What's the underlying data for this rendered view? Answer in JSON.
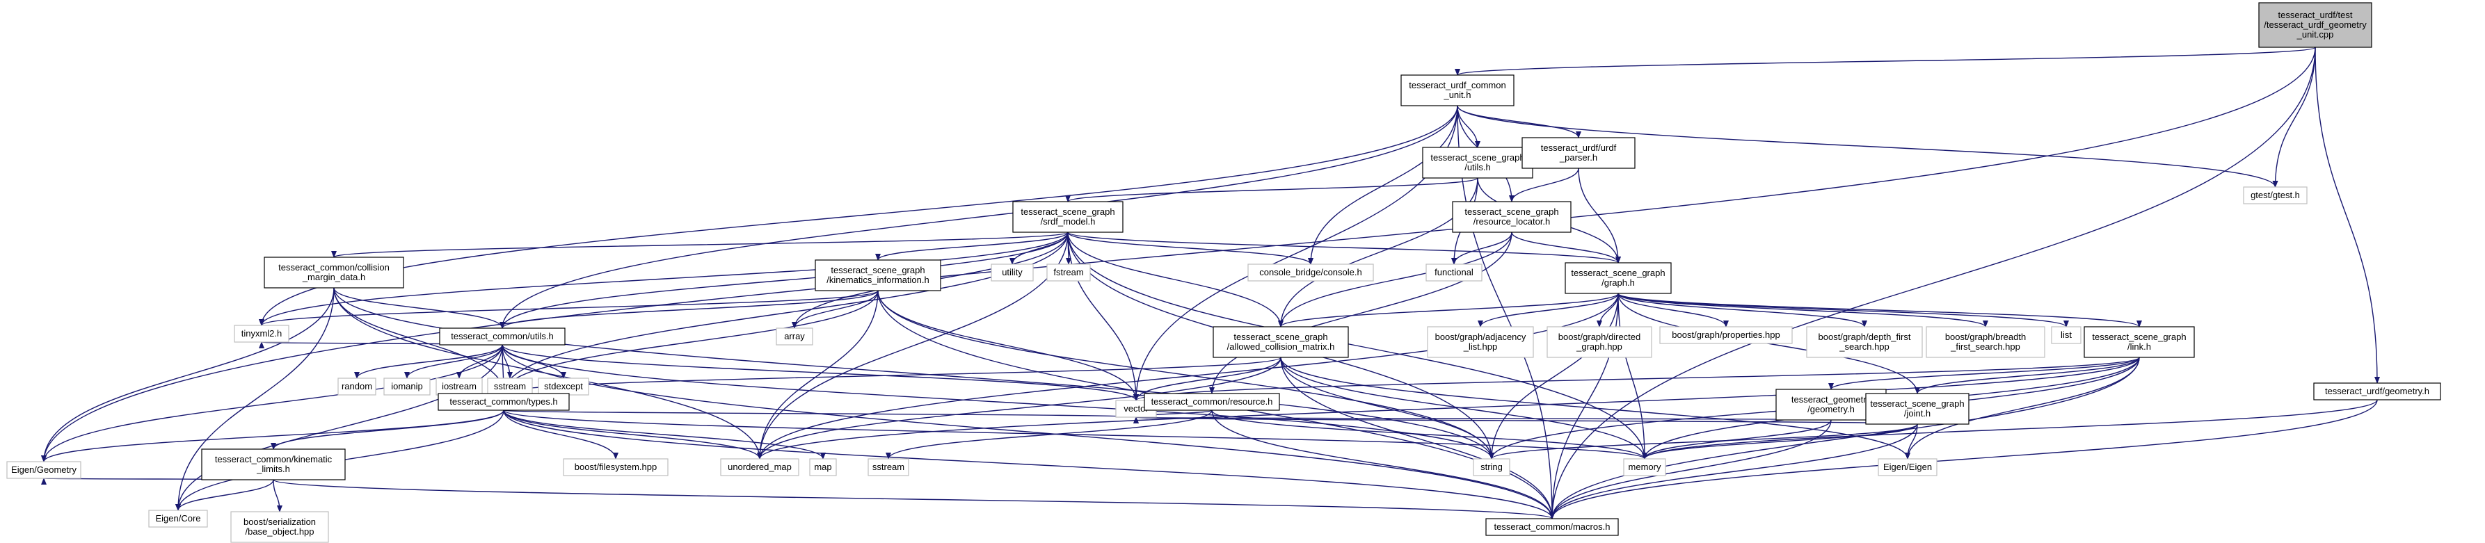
{
  "colors": {
    "edge": "#191970",
    "root_fill": "#bfbfbf",
    "local_fill": "#ffffff",
    "local_stroke": "#000000",
    "system_stroke": "#bfbfbf",
    "system_text": "#000000"
  },
  "nodes": [
    {
      "id": "root",
      "lines": [
        "tesseract_urdf/test",
        "/tesseract_urdf_geometry",
        "_unit.cpp"
      ],
      "kind": "root"
    },
    {
      "id": "common_unit",
      "lines": [
        "tesseract_urdf_common",
        "_unit.h"
      ],
      "kind": "local"
    },
    {
      "id": "eigen_geometry",
      "lines": [
        "Eigen/Geometry"
      ],
      "kind": "system"
    },
    {
      "id": "gtest",
      "lines": [
        "gtest/gtest.h"
      ],
      "kind": "system"
    },
    {
      "id": "urdf_geometry",
      "lines": [
        "tesseract_urdf/geometry.h"
      ],
      "kind": "local"
    },
    {
      "id": "macros",
      "lines": [
        "tesseract_common/macros.h"
      ],
      "kind": "local"
    },
    {
      "id": "sg_utils",
      "lines": [
        "tesseract_scene_graph",
        "/utils.h"
      ],
      "kind": "local"
    },
    {
      "id": "urdf_parser",
      "lines": [
        "tesseract_urdf/urdf",
        "_parser.h"
      ],
      "kind": "local"
    },
    {
      "id": "tinyxml2",
      "lines": [
        "tinyxml2.h"
      ],
      "kind": "system"
    },
    {
      "id": "console_bridge",
      "lines": [
        "console_bridge/console.h"
      ],
      "kind": "system"
    },
    {
      "id": "vector",
      "lines": [
        "vector"
      ],
      "kind": "system"
    },
    {
      "id": "srdf_model",
      "lines": [
        "tesseract_scene_graph",
        "/srdf_model.h"
      ],
      "kind": "local"
    },
    {
      "id": "resource_locator",
      "lines": [
        "tesseract_scene_graph",
        "/resource_locator.h"
      ],
      "kind": "local"
    },
    {
      "id": "functional",
      "lines": [
        "functional"
      ],
      "kind": "system"
    },
    {
      "id": "graph",
      "lines": [
        "tesseract_scene_graph",
        "/graph.h"
      ],
      "kind": "local"
    },
    {
      "id": "collision_margin",
      "lines": [
        "tesseract_common/collision",
        "_margin_data.h"
      ],
      "kind": "local"
    },
    {
      "id": "kinematics_info",
      "lines": [
        "tesseract_scene_graph",
        "/kinematics_information.h"
      ],
      "kind": "local"
    },
    {
      "id": "utility",
      "lines": [
        "utility"
      ],
      "kind": "system"
    },
    {
      "id": "fstream",
      "lines": [
        "fstream"
      ],
      "kind": "system"
    },
    {
      "id": "common_utils",
      "lines": [
        "tesseract_common/utils.h"
      ],
      "kind": "local"
    },
    {
      "id": "array",
      "lines": [
        "array"
      ],
      "kind": "system"
    },
    {
      "id": "acm",
      "lines": [
        "tesseract_scene_graph",
        "/allowed_collision_matrix.h"
      ],
      "kind": "local"
    },
    {
      "id": "adjacency_list",
      "lines": [
        "boost/graph/adjacency",
        "_list.hpp"
      ],
      "kind": "system"
    },
    {
      "id": "directed_graph",
      "lines": [
        "boost/graph/directed",
        "_graph.hpp"
      ],
      "kind": "system"
    },
    {
      "id": "properties",
      "lines": [
        "boost/graph/properties.hpp"
      ],
      "kind": "system"
    },
    {
      "id": "dfs",
      "lines": [
        "boost/graph/depth_first",
        "_search.hpp"
      ],
      "kind": "system"
    },
    {
      "id": "bfs",
      "lines": [
        "boost/graph/breadth",
        "_first_search.hpp"
      ],
      "kind": "system"
    },
    {
      "id": "list",
      "lines": [
        "list"
      ],
      "kind": "system"
    },
    {
      "id": "link",
      "lines": [
        "tesseract_scene_graph",
        "/link.h"
      ],
      "kind": "local"
    },
    {
      "id": "random",
      "lines": [
        "random"
      ],
      "kind": "system"
    },
    {
      "id": "iomanip",
      "lines": [
        "iomanip"
      ],
      "kind": "system"
    },
    {
      "id": "iostream",
      "lines": [
        "iostream"
      ],
      "kind": "system"
    },
    {
      "id": "sstream_top",
      "lines": [
        "sstream"
      ],
      "kind": "system"
    },
    {
      "id": "stdexcept",
      "lines": [
        "stdexcept"
      ],
      "kind": "system"
    },
    {
      "id": "common_types",
      "lines": [
        "tesseract_common/types.h"
      ],
      "kind": "local"
    },
    {
      "id": "resource",
      "lines": [
        "tesseract_common/resource.h"
      ],
      "kind": "local"
    },
    {
      "id": "geometry_geometry",
      "lines": [
        "tesseract_geometry",
        "/geometry.h"
      ],
      "kind": "local"
    },
    {
      "id": "joint",
      "lines": [
        "tesseract_scene_graph",
        "/joint.h"
      ],
      "kind": "local"
    },
    {
      "id": "kinematic_limits",
      "lines": [
        "tesseract_common/kinematic",
        "_limits.h"
      ],
      "kind": "local"
    },
    {
      "id": "boost_filesystem",
      "lines": [
        "boost/filesystem.hpp"
      ],
      "kind": "system"
    },
    {
      "id": "unordered_map",
      "lines": [
        "unordered_map"
      ],
      "kind": "system"
    },
    {
      "id": "map",
      "lines": [
        "map"
      ],
      "kind": "system"
    },
    {
      "id": "sstream",
      "lines": [
        "sstream"
      ],
      "kind": "system"
    },
    {
      "id": "string",
      "lines": [
        "string"
      ],
      "kind": "system"
    },
    {
      "id": "memory",
      "lines": [
        "memory"
      ],
      "kind": "system"
    },
    {
      "id": "eigen_eigen",
      "lines": [
        "Eigen/Eigen"
      ],
      "kind": "system"
    },
    {
      "id": "eigen_core",
      "lines": [
        "Eigen/Core"
      ],
      "kind": "system"
    },
    {
      "id": "boost_serialization",
      "lines": [
        "boost/serialization",
        "/base_object.hpp"
      ],
      "kind": "system"
    }
  ],
  "edges": [
    [
      "root",
      "common_unit"
    ],
    [
      "root",
      "eigen_geometry"
    ],
    [
      "root",
      "gtest"
    ],
    [
      "root",
      "urdf_geometry"
    ],
    [
      "root",
      "macros"
    ],
    [
      "common_unit",
      "sg_utils"
    ],
    [
      "common_unit",
      "urdf_parser"
    ],
    [
      "common_unit",
      "tinyxml2"
    ],
    [
      "common_unit",
      "console_bridge"
    ],
    [
      "common_unit",
      "vector"
    ],
    [
      "common_unit",
      "gtest"
    ],
    [
      "common_unit",
      "resource_locator"
    ],
    [
      "common_unit",
      "common_utils"
    ],
    [
      "common_unit",
      "macros"
    ],
    [
      "sg_utils",
      "srdf_model"
    ],
    [
      "sg_utils",
      "graph"
    ],
    [
      "sg_utils",
      "functional"
    ],
    [
      "sg_utils",
      "acm"
    ],
    [
      "urdf_parser",
      "resource_locator"
    ],
    [
      "urdf_parser",
      "graph"
    ],
    [
      "resource_locator",
      "functional"
    ],
    [
      "resource_locator",
      "graph"
    ],
    [
      "resource_locator",
      "resource"
    ],
    [
      "resource_locator",
      "acm"
    ],
    [
      "srdf_model",
      "collision_margin"
    ],
    [
      "srdf_model",
      "kinematics_info"
    ],
    [
      "srdf_model",
      "utility"
    ],
    [
      "srdf_model",
      "fstream"
    ],
    [
      "srdf_model",
      "console_bridge"
    ],
    [
      "srdf_model",
      "graph"
    ],
    [
      "srdf_model",
      "acm"
    ],
    [
      "srdf_model",
      "array"
    ],
    [
      "srdf_model",
      "tinyxml2"
    ],
    [
      "srdf_model",
      "vector"
    ],
    [
      "srdf_model",
      "string"
    ],
    [
      "srdf_model",
      "memory"
    ],
    [
      "srdf_model",
      "unordered_map"
    ],
    [
      "srdf_model",
      "common_types"
    ],
    [
      "srdf_model",
      "common_utils"
    ],
    [
      "graph",
      "adjacency_list"
    ],
    [
      "graph",
      "directed_graph"
    ],
    [
      "graph",
      "properties"
    ],
    [
      "graph",
      "dfs"
    ],
    [
      "graph",
      "bfs"
    ],
    [
      "graph",
      "list"
    ],
    [
      "graph",
      "link"
    ],
    [
      "graph",
      "joint"
    ],
    [
      "graph",
      "acm"
    ],
    [
      "graph",
      "string"
    ],
    [
      "graph",
      "memory"
    ],
    [
      "graph",
      "unordered_map"
    ],
    [
      "graph",
      "macros"
    ],
    [
      "collision_margin",
      "common_utils"
    ],
    [
      "collision_margin",
      "common_types"
    ],
    [
      "collision_margin",
      "eigen_geometry"
    ],
    [
      "collision_margin",
      "eigen_core"
    ],
    [
      "collision_margin",
      "string"
    ],
    [
      "collision_margin",
      "unordered_map"
    ],
    [
      "kinematics_info",
      "common_utils"
    ],
    [
      "kinematics_info",
      "common_types"
    ],
    [
      "kinematics_info",
      "array"
    ],
    [
      "kinematics_info",
      "vector"
    ],
    [
      "kinematics_info",
      "string"
    ],
    [
      "kinematics_info",
      "unordered_map"
    ],
    [
      "kinematics_info",
      "macros"
    ],
    [
      "kinematics_info",
      "tinyxml2"
    ],
    [
      "common_utils",
      "tinyxml2"
    ],
    [
      "common_utils",
      "random"
    ],
    [
      "common_utils",
      "iomanip"
    ],
    [
      "common_utils",
      "iostream"
    ],
    [
      "common_utils",
      "sstream_top"
    ],
    [
      "common_utils",
      "stdexcept"
    ],
    [
      "common_utils",
      "common_types"
    ],
    [
      "common_utils",
      "vector"
    ],
    [
      "common_utils",
      "string"
    ],
    [
      "common_utils",
      "eigen_geometry"
    ],
    [
      "common_utils",
      "eigen_core"
    ],
    [
      "common_utils",
      "macros"
    ],
    [
      "acm",
      "common_types"
    ],
    [
      "acm",
      "unordered_map"
    ],
    [
      "acm",
      "vector"
    ],
    [
      "acm",
      "string"
    ],
    [
      "acm",
      "memory"
    ],
    [
      "acm",
      "eigen_eigen"
    ],
    [
      "acm",
      "macros"
    ],
    [
      "link",
      "geometry_geometry"
    ],
    [
      "link",
      "joint"
    ],
    [
      "link",
      "vector"
    ],
    [
      "link",
      "string"
    ],
    [
      "link",
      "memory"
    ],
    [
      "link",
      "eigen_eigen"
    ],
    [
      "link",
      "macros"
    ],
    [
      "link",
      "unordered_map"
    ],
    [
      "joint",
      "memory"
    ],
    [
      "joint",
      "string"
    ],
    [
      "joint",
      "vector"
    ],
    [
      "joint",
      "eigen_eigen"
    ],
    [
      "joint",
      "macros"
    ],
    [
      "geometry_geometry",
      "memory"
    ],
    [
      "geometry_geometry",
      "vector"
    ],
    [
      "geometry_geometry",
      "macros"
    ],
    [
      "resource",
      "sstream"
    ],
    [
      "resource",
      "vector"
    ],
    [
      "resource",
      "memory"
    ],
    [
      "resource",
      "macros"
    ],
    [
      "common_types",
      "kinematic_limits"
    ],
    [
      "common_types",
      "boost_filesystem"
    ],
    [
      "common_types",
      "unordered_map"
    ],
    [
      "common_types",
      "map"
    ],
    [
      "common_types",
      "vector"
    ],
    [
      "common_types",
      "memory"
    ],
    [
      "common_types",
      "eigen_geometry"
    ],
    [
      "common_types",
      "eigen_core"
    ],
    [
      "common_types",
      "macros"
    ],
    [
      "kinematic_limits",
      "eigen_geometry"
    ],
    [
      "kinematic_limits",
      "eigen_core"
    ],
    [
      "kinematic_limits",
      "boost_serialization"
    ],
    [
      "kinematic_limits",
      "macros"
    ],
    [
      "urdf_geometry",
      "memory"
    ],
    [
      "urdf_geometry",
      "macros"
    ]
  ]
}
